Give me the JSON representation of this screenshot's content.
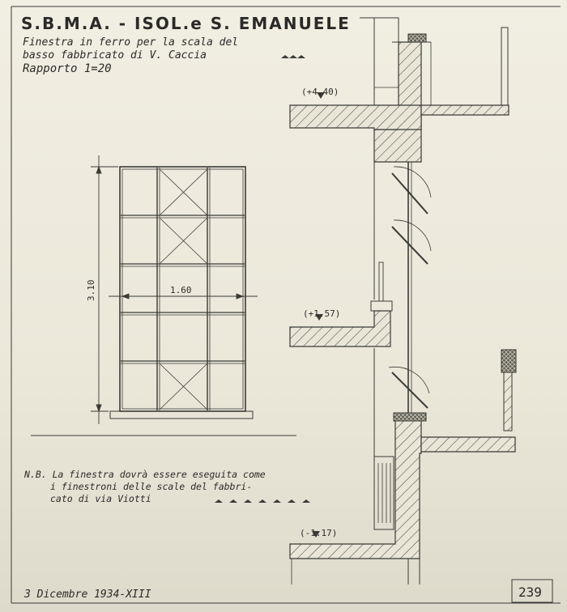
{
  "header": {
    "title": "S.B.M.A. - ISOL.e S. EMANUELE",
    "subtitle_line1": "Finestra in ferro per la scala del",
    "subtitle_line2": "basso fabbricato di V. Caccia",
    "scale": "Rapporto 1=20"
  },
  "elevation": {
    "height_label": "3.10",
    "width_label": "1.60"
  },
  "section": {
    "level_top": "(+4.40)",
    "level_mid": "(+1.57)",
    "level_bottom": "(-1.17)"
  },
  "note": {
    "line1": "N.B. La finestra dovrà essere eseguita come",
    "line2": "i finestroni delle scale del fabbri-",
    "line3": "cato di via Viotti"
  },
  "footer": {
    "date": "3 Dicembre 1934-XIII",
    "sheet_number": "239"
  }
}
